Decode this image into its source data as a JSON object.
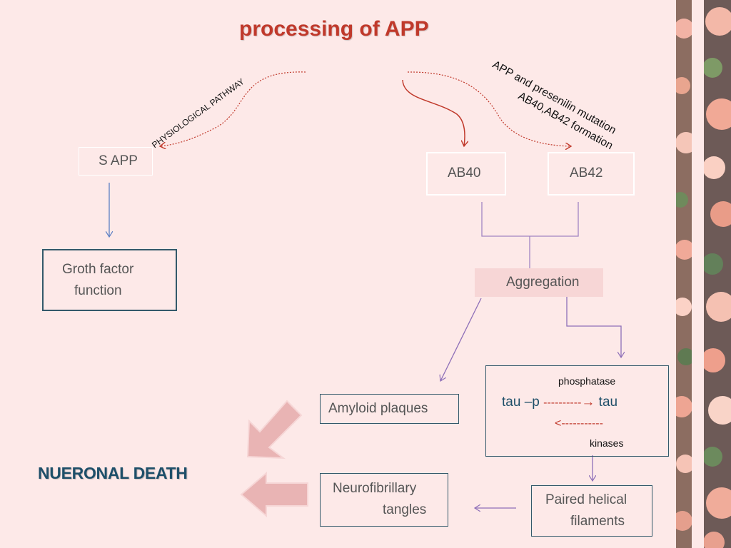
{
  "title": "processing of APP",
  "colors": {
    "background": "#fde9e8",
    "title": "#c0392b",
    "accent_dark": "#1e4f69",
    "box_border": "#33596a",
    "purple_line": "#a185c2",
    "big_arrow": "#e9b4b4"
  },
  "pathways": {
    "physiological": "PHYSIOLOGICAL PATHWAY",
    "mutation_line1": "APP and presenilin mutation",
    "mutation_line2": "AB40,AB42 formation"
  },
  "nodes": {
    "sapp": "S APP",
    "ab40": "AB40",
    "ab42": "AB42",
    "growth_line1": "Groth factor",
    "growth_line2": "function",
    "aggregation": "Aggregation",
    "amyloid": "Amyloid plaques",
    "nft_line1": "Neurofibrillary",
    "nft_line2": "tangles",
    "phf_line1": "Paired helical",
    "phf_line2": "filaments"
  },
  "tau_box": {
    "phosphatase": "phosphatase",
    "left": "tau –p",
    "dash_right": "----------",
    "arrowhead": "→",
    "right": "tau",
    "dash_left": "<-----------",
    "kinases": "kinases"
  },
  "outcome": "NUERONAL DEATH"
}
